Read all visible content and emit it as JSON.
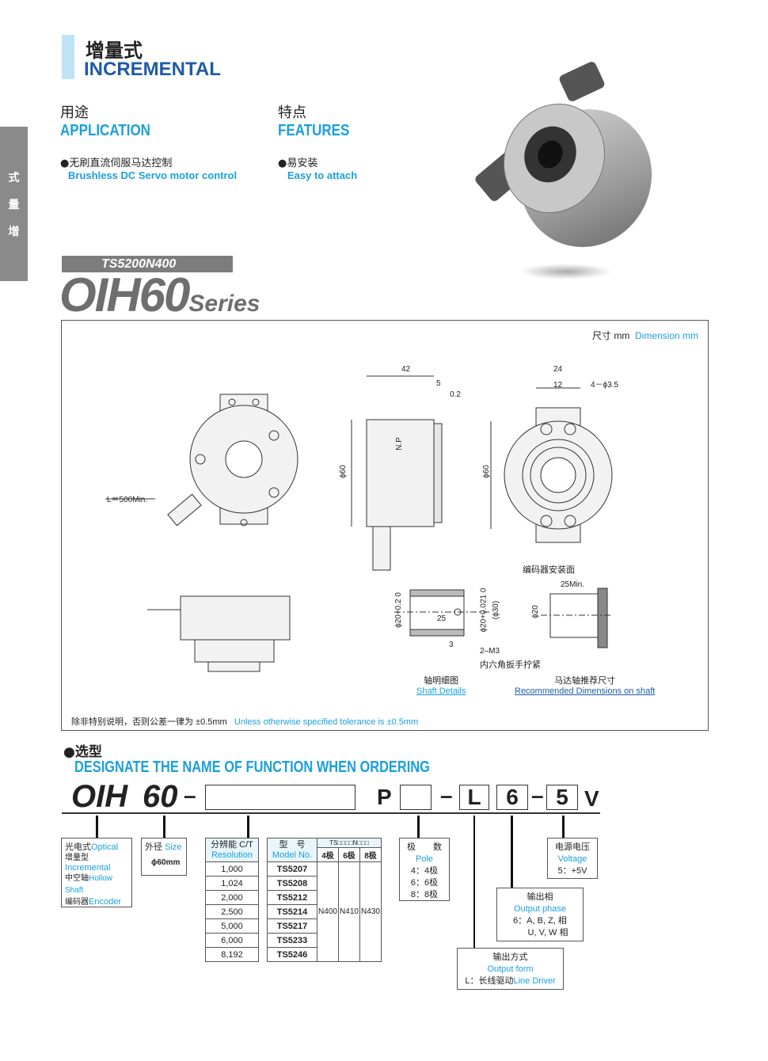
{
  "side_tab": {
    "label": [
      "增",
      "量",
      "式"
    ]
  },
  "header": {
    "title_cn": "增量式",
    "title_en": "INCREMENTAL"
  },
  "application": {
    "title_cn": "用途",
    "title_en": "APPLICATION",
    "item_cn": "●无刷直流伺服马达控制",
    "item_en": "Brushless DC Servo motor control"
  },
  "features": {
    "title_cn": "特点",
    "title_en": "FEATURES",
    "item_cn": "●易安装",
    "item_en": "Easy to attach"
  },
  "product": {
    "model": "TS5200N400",
    "series_main": "OIH60",
    "series_suffix": "Series"
  },
  "drawing": {
    "dimension_label_cn": "尺寸 mm",
    "dimension_label_en": "Dimension mm",
    "cable_length": "L＝500Min.",
    "dims": {
      "d42": "42",
      "d5": "5",
      "d02": "0.2",
      "d24": "24",
      "d12": "12",
      "holes": "4－ϕ3.5",
      "phi60a": "ϕ60",
      "phi60b": "ϕ60",
      "np": "N.P",
      "phi20a": "ϕ20+0.2 0",
      "d25": "25",
      "phi20b": "ϕ20+0.021 0",
      "phi30": "(ϕ30)",
      "d3": "3",
      "m3": "2–M3",
      "hex": "内六角扳手拧紧",
      "mount_face": "编码器安装面",
      "min25": "25Min.",
      "phi20c": "ϕ20"
    },
    "shaft_details_cn": "轴明细图",
    "shaft_details_en": "Shaft Details",
    "recommended_cn": "马达轴推荐尺寸",
    "recommended_en": "Recommended Dimensions on shaft",
    "tolerance_cn": "除非特别说明，否则公差一律为 ±0.5mm",
    "tolerance_en": "Unless otherwise specified tolerance is ±0.5mm"
  },
  "ordering": {
    "title_cn": "●选型",
    "title_en": "DESIGNATE THE NAME OF FUNCTION WHEN ORDERING",
    "code": {
      "oih": "OIH",
      "size": "60",
      "dash": "–",
      "p": "P",
      "l": "L",
      "six": "6",
      "five": "5",
      "v": "V"
    },
    "type_box": {
      "l1_cn": "光电式",
      "l1_en": "Optical",
      "l2_cn": "增量型",
      "l2_en": "Incremental",
      "l3_cn": "中空轴",
      "l3_en": "Hollow Shaft",
      "l4_cn": "编码器",
      "l4_en": "Encoder"
    },
    "size_box": {
      "cn": "外径",
      "en": "Size",
      "value": "ϕ60mm"
    },
    "resolution": {
      "header_cn": "分辨能 C/T",
      "header_en": "Resolution",
      "values": [
        "1,000",
        "1,024",
        "2,000",
        "2,500",
        "5,000",
        "6,000",
        "8,192"
      ]
    },
    "model": {
      "header_cn": "型　号",
      "header_en": "Model No.",
      "pattern": "TS□□□□N□□□",
      "pole_headers": [
        "4极",
        "6极",
        "8极"
      ],
      "values": [
        "TS5207",
        "TS5208",
        "TS5212",
        "TS5214",
        "TS5217",
        "TS5233",
        "TS5246"
      ],
      "suffixes": [
        "N400",
        "N410",
        "N430"
      ]
    },
    "pole_box": {
      "cn": "极　　数",
      "en": "Pole",
      "items": [
        "4：4极",
        "6：6极",
        "8：8极"
      ]
    },
    "voltage_box": {
      "cn": "电源电压",
      "en": "Voltage",
      "item": "5：+5V"
    },
    "phase_box": {
      "cn": "输出相",
      "en": "Output phase",
      "item1": "6：A, B, Z, 相",
      "item2": "U, V, W 相"
    },
    "output_box": {
      "cn": "输出方式",
      "en": "Output form",
      "item_prefix": "L：长线驱动",
      "item_en": "Line Driver"
    }
  }
}
